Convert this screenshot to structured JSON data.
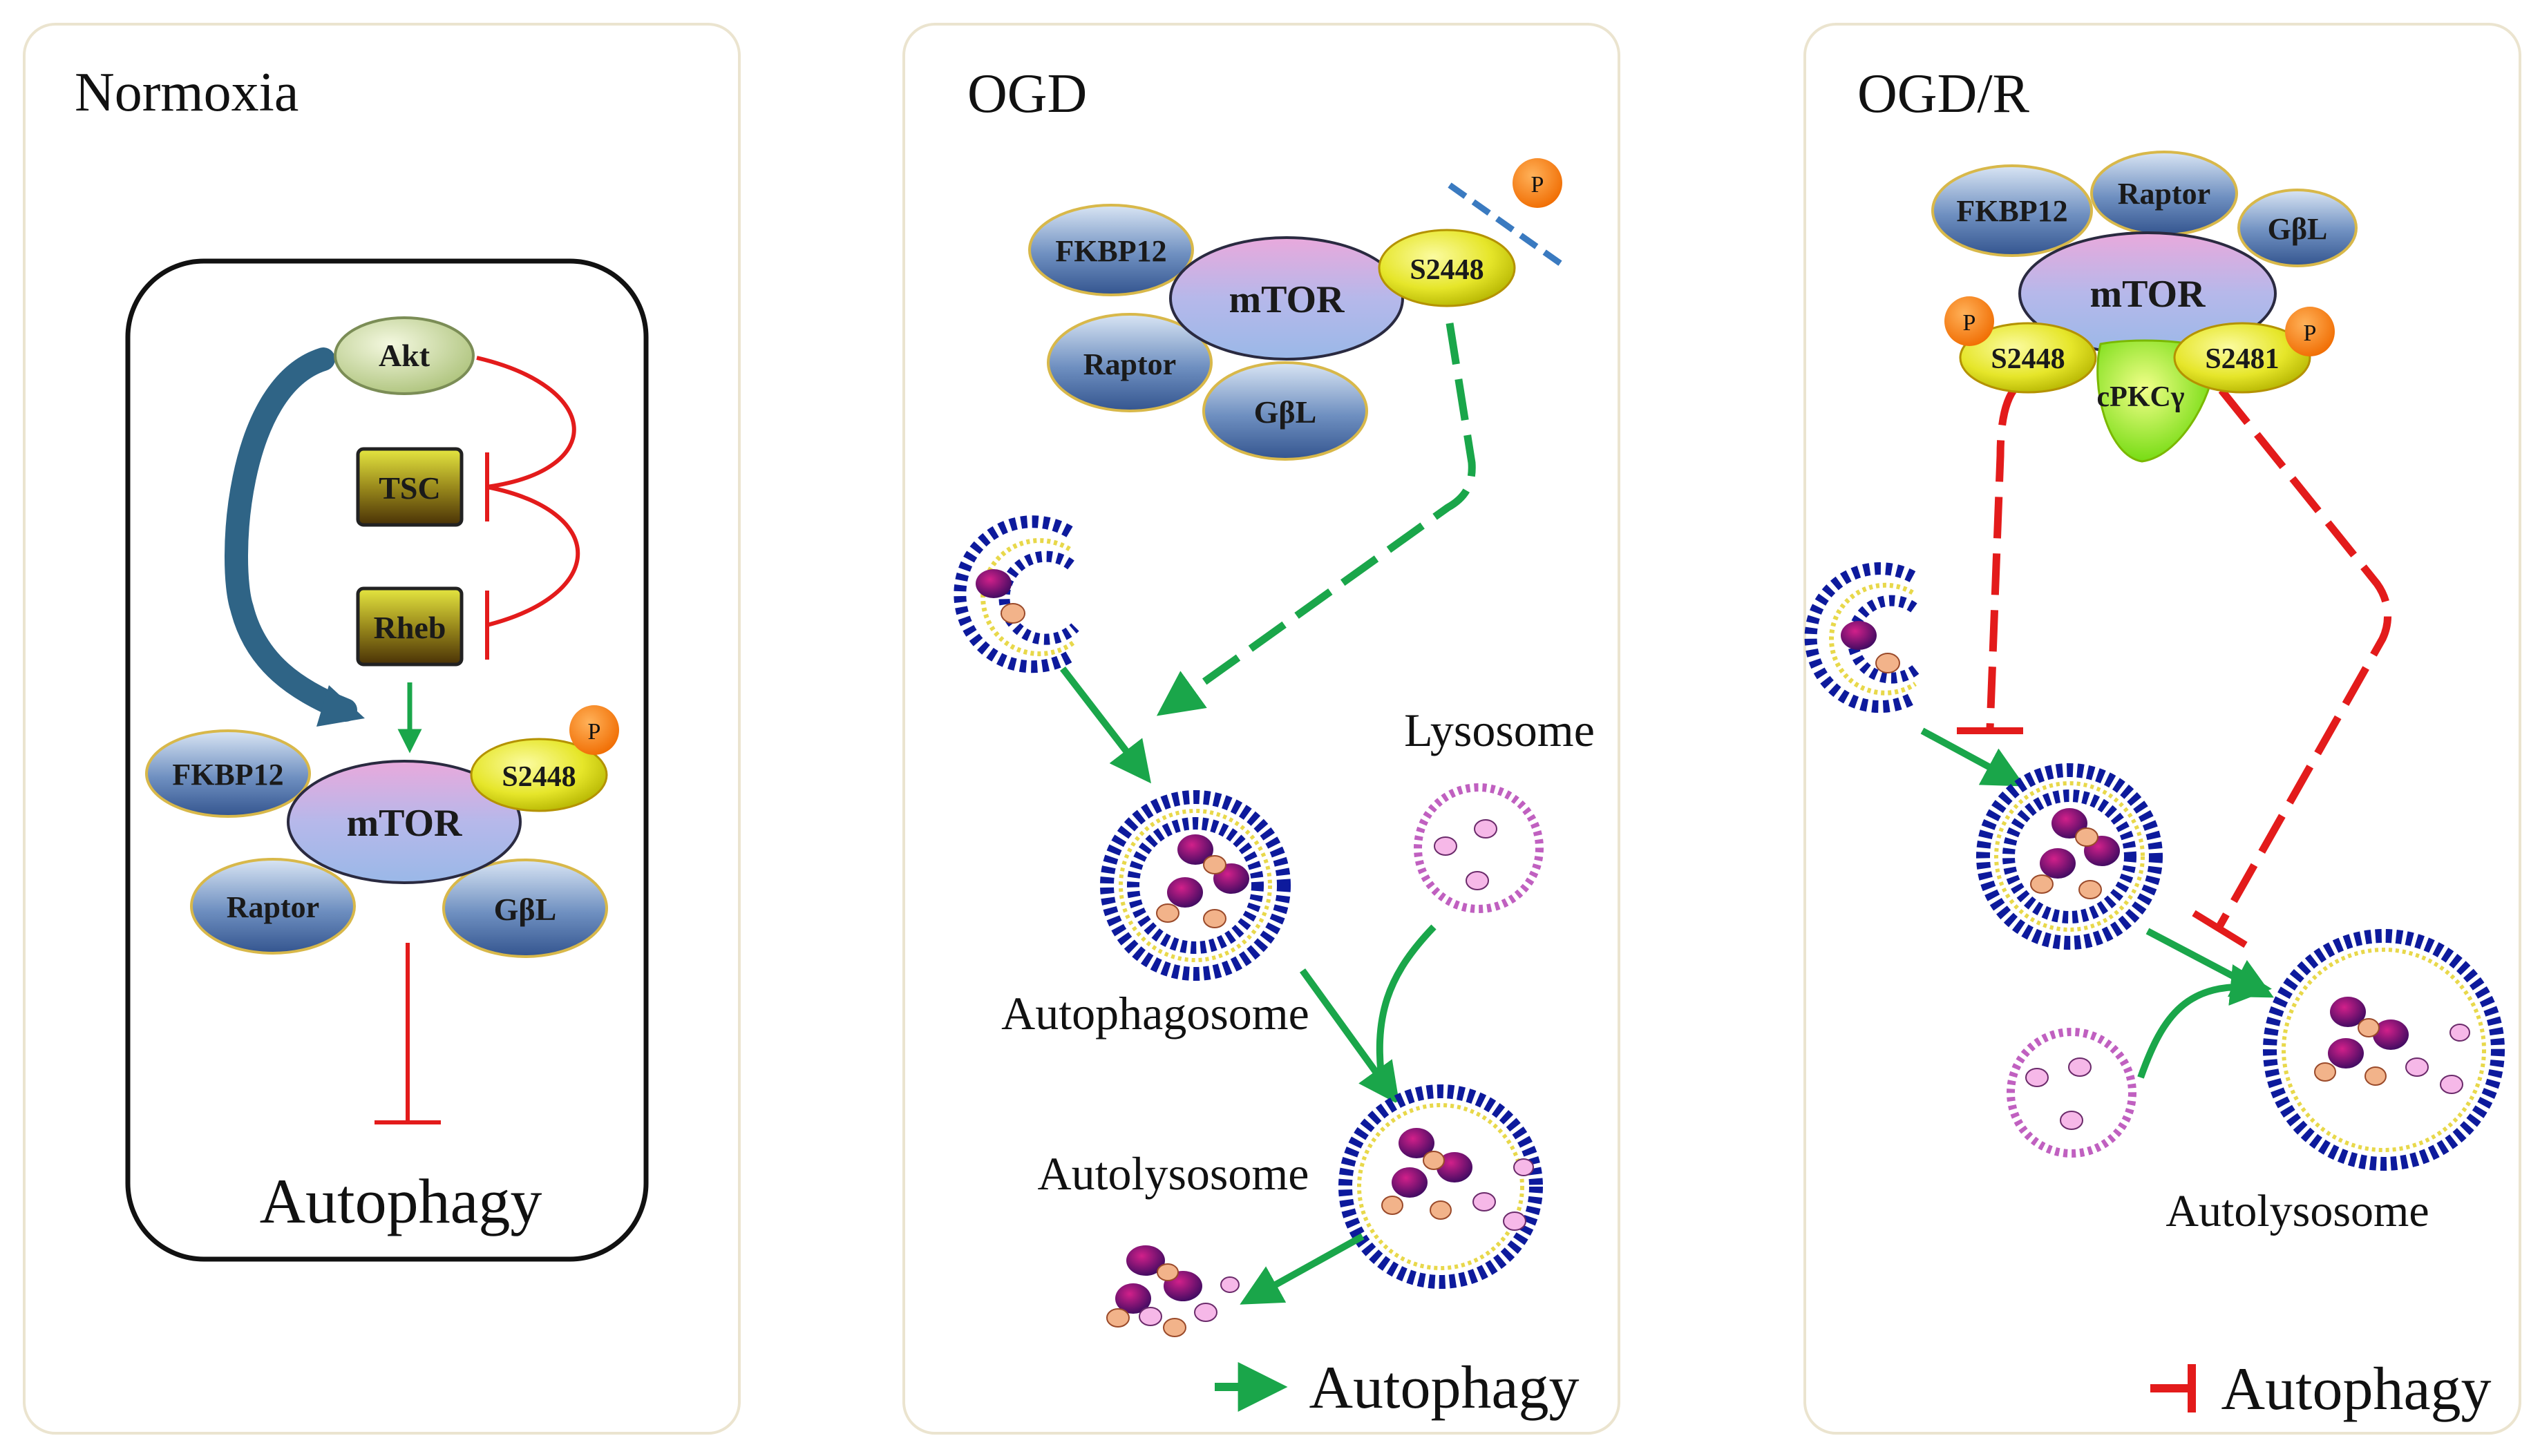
{
  "panels": {
    "normoxia": {
      "title": "Normoxia",
      "akt": "Akt",
      "tsc": "TSC",
      "rheb": "Rheb",
      "fkbp12": "FKBP12",
      "mtor": "mTOR",
      "s2448": "S2448",
      "p": "P",
      "raptor": "Raptor",
      "gbl": "GβL",
      "autophagy": "Autophagy"
    },
    "ogd": {
      "title": "OGD",
      "fkbp12": "FKBP12",
      "mtor": "mTOR",
      "s2448": "S2448",
      "p": "P",
      "raptor": "Raptor",
      "gbl": "GβL",
      "lysosome": "Lysosome",
      "autophagosome": "Autophagosome",
      "autolysosome": "Autolysosome",
      "legend": "Autophagy"
    },
    "ogdr": {
      "title": "OGD/R",
      "fkbp12": "FKBP12",
      "raptor": "Raptor",
      "gbl": "GβL",
      "mtor": "mTOR",
      "s2448": "S2448",
      "s2481": "S2481",
      "p1": "P",
      "p2": "P",
      "cpkc": "cPKCγ",
      "autolysosome": "Autolysosome",
      "legend": "Autophagy"
    }
  },
  "colors": {
    "activation_green": "#1aa64a",
    "inhibition_red": "#e31b1b",
    "akt_arrow_blue": "#2f6486",
    "dashed_blue": "#3a7ac0",
    "membrane_navy": "#0d1a9c",
    "membrane_yellow": "#e8d84a"
  }
}
